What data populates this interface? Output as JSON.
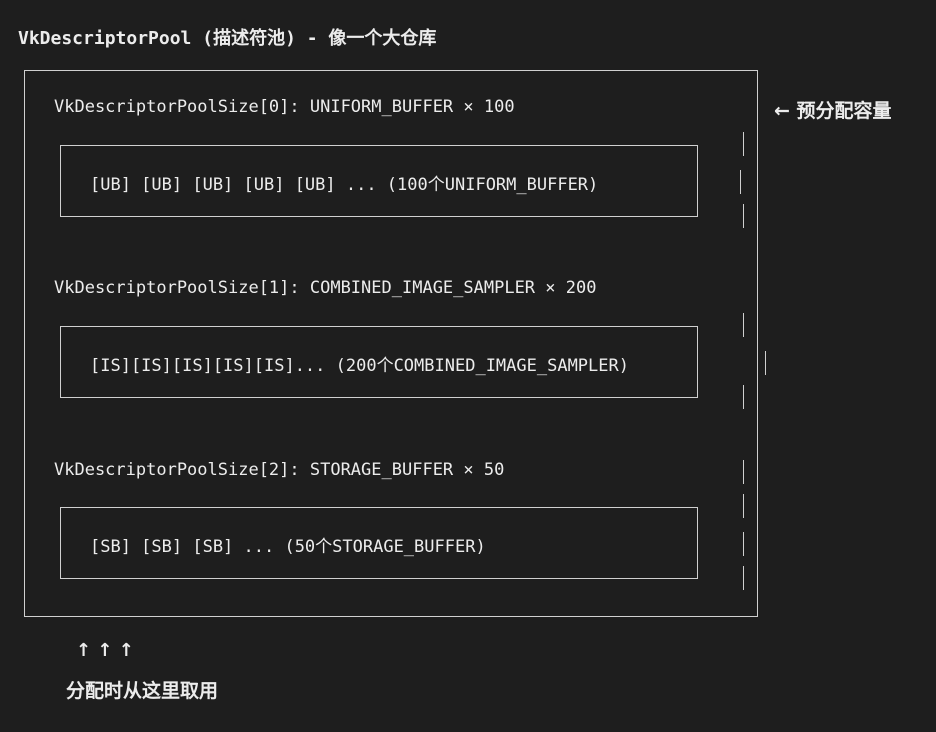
{
  "title": "VkDescriptorPool (描述符池) - 像一个大仓库",
  "side_note": "← 预分配容量",
  "pool_sizes": [
    {
      "heading": "VkDescriptorPoolSize[0]: UNIFORM_BUFFER × 100",
      "cells": "[UB] [UB] [UB] [UB] [UB] ... (100个UNIFORM_BUFFER)"
    },
    {
      "heading": "VkDescriptorPoolSize[1]: COMBINED_IMAGE_SAMPLER × 200",
      "cells": "[IS][IS][IS][IS][IS]... (200个COMBINED_IMAGE_SAMPLER)"
    },
    {
      "heading": "VkDescriptorPoolSize[2]: STORAGE_BUFFER × 50",
      "cells": "[SB] [SB] [SB] ... (50个STORAGE_BUFFER)"
    }
  ],
  "arrows": "↑ ↑ ↑",
  "bottom_note": "分配时从这里取用"
}
